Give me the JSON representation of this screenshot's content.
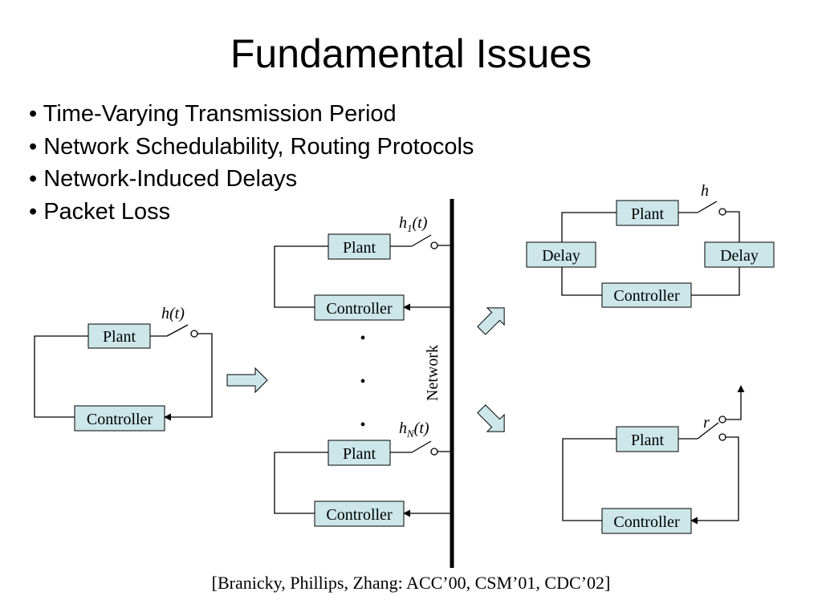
{
  "slide": {
    "title": "Fundamental Issues",
    "bullets": [
      "• Time-Varying Transmission Period",
      "• Network Schedulability, Routing Protocols",
      "• Network-Induced Delays",
      "• Packet Loss"
    ],
    "citation": "[Branicky, Phillips, Zhang: ACC’00, CSM’01, CDC’02]"
  },
  "diagram": {
    "box_fill": "#cce6ea",
    "arrow_fill": "#cce6ea",
    "single_loop": {
      "plant": "Plant",
      "controller": "Controller",
      "switch_label": "h(t)"
    },
    "network_loops": {
      "top": {
        "plant": "Plant",
        "controller": "Controller",
        "switch_base": "h",
        "switch_sub": "1",
        "switch_arg": "(t)"
      },
      "bottom": {
        "plant": "Plant",
        "controller": "Controller",
        "switch_base": "h",
        "switch_sub": "N",
        "switch_arg": "(t)"
      },
      "dots": [
        "•",
        "•",
        "•"
      ],
      "network_label": "Network"
    },
    "delay_loop": {
      "plant": "Plant",
      "controller": "Controller",
      "delay_left": "Delay",
      "delay_right": "Delay",
      "switch_label": "h"
    },
    "loss_loop": {
      "plant": "Plant",
      "controller": "Controller",
      "switch_label": "r"
    }
  }
}
